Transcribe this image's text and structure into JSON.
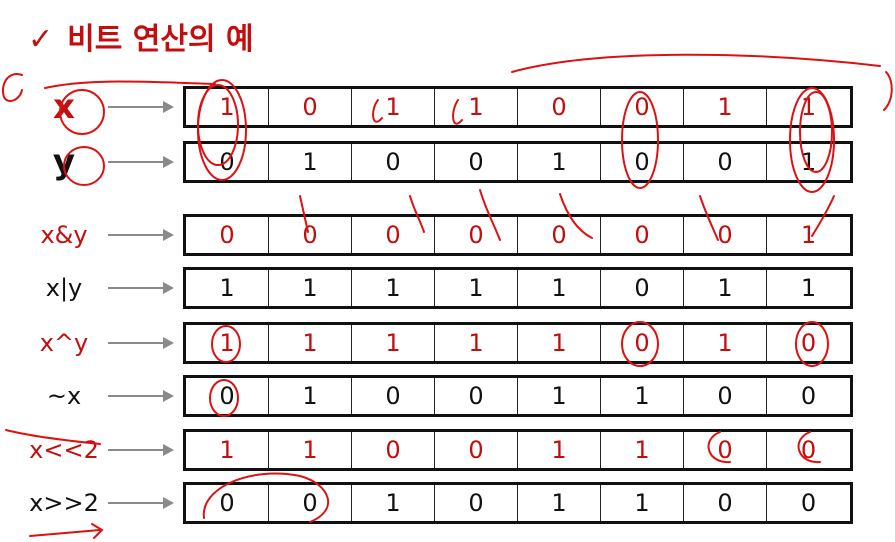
{
  "title": {
    "check": "✓",
    "text": "비트 연산의 예"
  },
  "colors": {
    "accent": "#c40d0d",
    "text": "#111111",
    "arrow": "#8a8a8a"
  },
  "rows": [
    {
      "label": "x",
      "bits": [
        "1",
        "0",
        "1",
        "1",
        "0",
        "0",
        "1",
        "1"
      ],
      "color": "#c40d0d"
    },
    {
      "label": "y",
      "bits": [
        "0",
        "1",
        "0",
        "0",
        "1",
        "0",
        "0",
        "1"
      ],
      "color": "#111111"
    },
    {
      "label": "x&y",
      "bits": [
        "0",
        "0",
        "0",
        "0",
        "0",
        "0",
        "0",
        "1"
      ],
      "color": "#c40d0d"
    },
    {
      "label": "x|y",
      "bits": [
        "1",
        "1",
        "1",
        "1",
        "1",
        "0",
        "1",
        "1"
      ],
      "color": "#111111"
    },
    {
      "label": "x^y",
      "bits": [
        "1",
        "1",
        "1",
        "1",
        "1",
        "0",
        "1",
        "0"
      ],
      "color": "#c40d0d"
    },
    {
      "label": "~x",
      "bits": [
        "0",
        "1",
        "0",
        "0",
        "1",
        "1",
        "0",
        "0"
      ],
      "color": "#111111"
    },
    {
      "label": "x<<2",
      "bits": [
        "1",
        "1",
        "0",
        "0",
        "1",
        "1",
        "0",
        "0"
      ],
      "color": "#c40d0d"
    },
    {
      "label": "x>>2",
      "bits": [
        "0",
        "0",
        "1",
        "0",
        "1",
        "1",
        "0",
        "0"
      ],
      "color": "#111111"
    }
  ]
}
